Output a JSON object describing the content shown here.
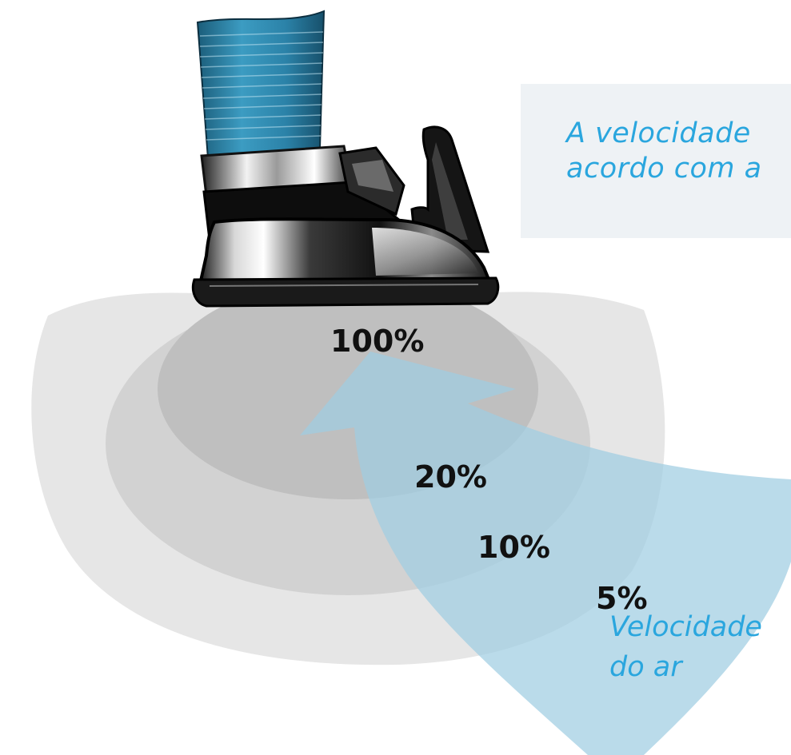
{
  "description": {
    "line1": "A  velocidade",
    "line2": "acordo com a"
  },
  "zones": [
    {
      "label": "100%",
      "value": 100
    },
    {
      "label": "20%",
      "value": 20
    },
    {
      "label": "10%",
      "value": 10
    },
    {
      "label": "5%",
      "value": 5
    }
  ],
  "airflow": {
    "line1": "Velocidade",
    "line2": "do ar"
  },
  "colors": {
    "accent_text": "#2aa6de",
    "arrow_fill": "#9fcde2",
    "info_box_bg": "#eef2f5",
    "zone_outer": "#e6e6e6",
    "zone_middle": "#d2d2d2",
    "zone_inner": "#bfbfbf",
    "hose": "#2e86ab"
  },
  "icons": {
    "hood": "exhaust-hood-icon"
  }
}
